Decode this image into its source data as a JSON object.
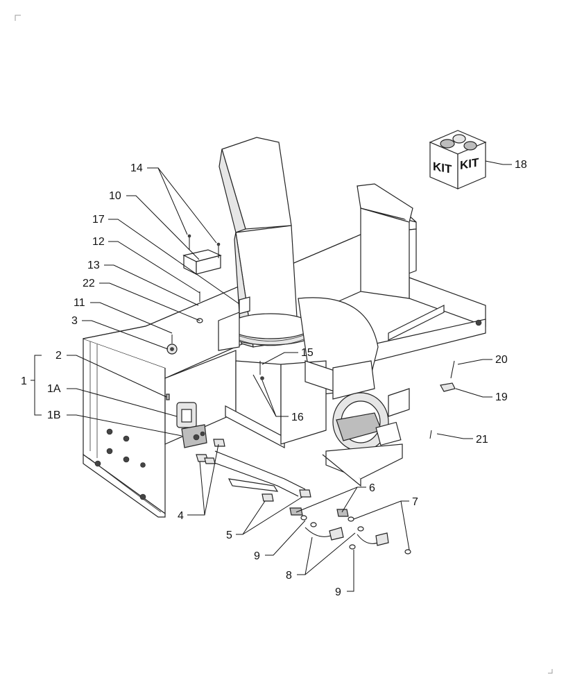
{
  "diagram": {
    "kit_box": {
      "face_left": "KIT",
      "face_right": "KIT"
    },
    "callouts": {
      "c1": "1",
      "c1a": "1A",
      "c1b": "1B",
      "c2": "2",
      "c3": "3",
      "c4": "4",
      "c5": "5",
      "c6": "6",
      "c7": "7",
      "c8": "8",
      "c9a": "9",
      "c9b": "9",
      "c10": "10",
      "c11": "11",
      "c12": "12",
      "c13": "13",
      "c14": "14",
      "c15": "15",
      "c16": "16",
      "c17": "17",
      "c18": "18",
      "c19": "19",
      "c20": "20",
      "c21": "21",
      "c22": "22"
    }
  }
}
